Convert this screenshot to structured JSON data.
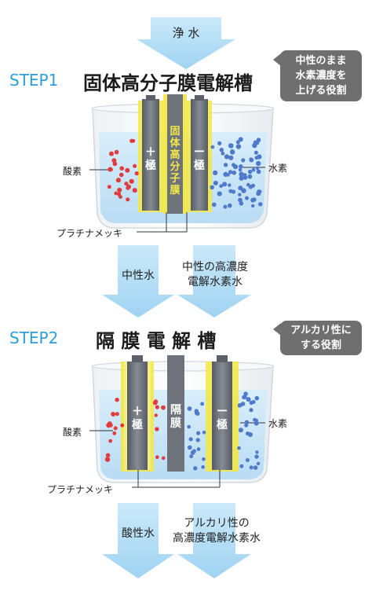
{
  "top_arrow_label": "浄 水",
  "step1": {
    "step": "STEP1",
    "title": "固体高分子膜電解槽",
    "callout": [
      "中性のまま",
      "水素濃度を",
      "上げる役割"
    ],
    "anode": [
      "＋",
      "極"
    ],
    "cathode": [
      "ー",
      "極"
    ],
    "membrane": [
      "固",
      "体",
      "高",
      "分",
      "子",
      "膜"
    ],
    "left_label": "酸素",
    "right_label": "水素",
    "bottom_label": "プラチナメッキ",
    "out_left": [
      "中性水"
    ],
    "out_right": [
      "中性の高濃度",
      "電解水素水"
    ]
  },
  "step2": {
    "step": "STEP2",
    "title": "隔 膜 電 解 槽",
    "callout": [
      "アルカリ性に",
      "する役割"
    ],
    "anode": [
      "＋",
      "極"
    ],
    "cathode": [
      "ー",
      "極"
    ],
    "membrane": [
      "隔",
      "膜"
    ],
    "left_label": "酸素",
    "right_label": "水素",
    "bottom_label": "プラチナメッキ",
    "out_left": [
      "酸性水"
    ],
    "out_right": [
      "アルカリ性の",
      "高濃度電解水素水"
    ]
  },
  "colors": {
    "step_blue": "#2b9fd9",
    "arrow_blue": "#a8d8f4",
    "water_blue": "#cfe7f8",
    "oxygen_red": "#e23b3b",
    "hydrogen_blue": "#4f79c9",
    "plating_yellow": "#f2e84a",
    "electrode_gray": "#707680",
    "callout_gray": "#6f6f6f"
  }
}
